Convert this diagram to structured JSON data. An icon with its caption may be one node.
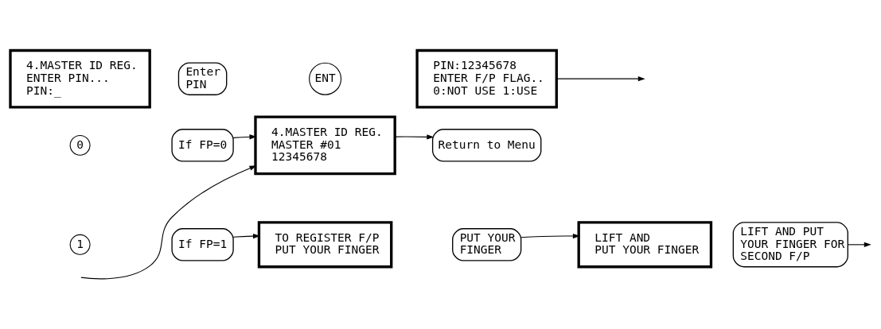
{
  "diagram": {
    "nodes": [
      {
        "text": [
          "4.MASTER ID REG.",
          "ENTER PIN...",
          "PIN:_"
        ]
      },
      {
        "text": [
          "Enter PIN"
        ]
      },
      {
        "text": [
          "ENT"
        ]
      },
      {
        "text": [
          "PIN:12345678",
          "ENTER F/P FLAG..",
          "0:NOT USE 1:USE"
        ]
      },
      {
        "text": [
          "0"
        ]
      },
      {
        "text": [
          "If FP=0"
        ]
      },
      {
        "text": [
          "4.MASTER ID REG.",
          "MASTER #01",
          "12345678"
        ]
      },
      {
        "text": [
          "Return to Menu"
        ]
      },
      {
        "text": [
          "1"
        ]
      },
      {
        "text": [
          "If FP=1"
        ]
      },
      {
        "text": [
          "TO REGISTER F/P",
          "PUT YOUR FINGER"
        ]
      },
      {
        "text": [
          "PUT YOUR FINGER"
        ]
      },
      {
        "text": [
          "LIFT AND",
          "PUT YOUR FINGER"
        ]
      },
      {
        "text": [
          "LIFT AND PUT YOUR FINGER FOR SECOND F/P"
        ]
      }
    ],
    "edges": [
      {
        "from": 3,
        "to": null,
        "arrow": "to"
      },
      {
        "from": 5,
        "to": 6,
        "arrow": "to"
      },
      {
        "from": 6,
        "to": 7,
        "arrow": "to"
      },
      {
        "from": null,
        "to": 6,
        "arrow": "to"
      },
      {
        "from": 9,
        "to": 10,
        "arrow": "to"
      },
      {
        "from": 11,
        "to": 12,
        "arrow": "to"
      },
      {
        "from": 13,
        "to": null,
        "arrow": "to"
      }
    ]
  }
}
